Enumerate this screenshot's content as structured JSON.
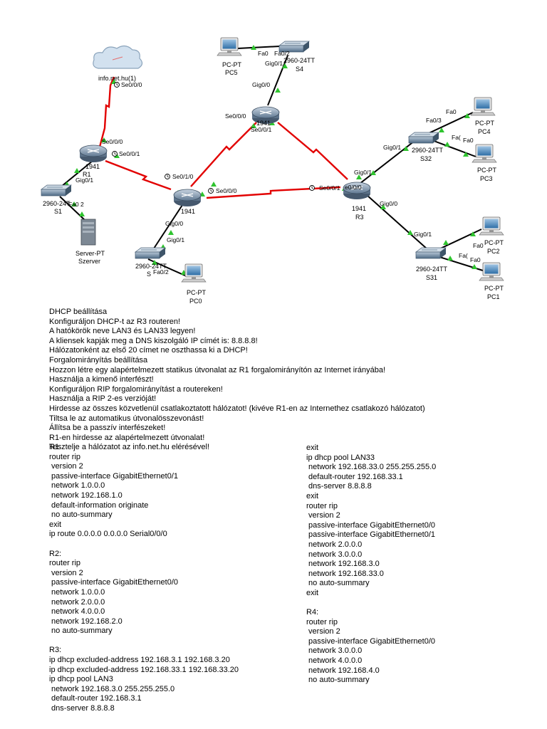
{
  "diagram": {
    "links": {
      "cloud_r1": "Se0/0/0",
      "r1_cloud": "Se0/0/0",
      "r1_r2": "Se0/0/1",
      "r2_r1": "Se0/1/0",
      "r2_r3": "Se0/0/0",
      "r3_r2": "Se0/0/1",
      "r4_r2": "Se0/0/0",
      "r4_r3": "Se0/0/1",
      "r4_s4": "Gig0/0",
      "s4_r4": "Gig0/1",
      "s4_pc5_a": "Fa0",
      "s4_pc5_b": "Fa0/2",
      "r1_s1": "Gig0/1",
      "s1_srv": "Fa0 2",
      "r2_s": "Gig0/0",
      "s_r2": "Gig0/1",
      "s_pc0": "Fa0/2",
      "r3_s32": "Gig0/1",
      "s32_r3": "Gig0/1",
      "s32_pc4_a": "Fa0/3",
      "s32_pc4_b": "Fa0",
      "s32_pc3_a": "Fa(",
      "s32_pc3_b": "Fa0",
      "r3_s31": "Gig0/0",
      "s31_r3": "Gig0/1",
      "s31_pc2_a": "Fa0",
      "s31_pc1_a": "Fa(",
      "s31_pc1_b": "Fa0",
      "r3_port_e": "e0/0/0"
    },
    "devices": {
      "cloud": "info.net.hu(1)",
      "r1_model": "1941",
      "r1_name": "R1",
      "r2_model": "1941",
      "r4_model": "1941",
      "r3_model": "1941",
      "r3_name": "R3",
      "s1_model": "2960-24T",
      "s1_name": "S1",
      "server_type": "Server-PT",
      "server_name": "Szerver",
      "s_model": "2960-24TT",
      "s_name": "S",
      "pc0_type": "PC-PT",
      "pc0_name": "PC0",
      "pc5_type": "PC-PT",
      "pc5_name": "PC5",
      "s4_model": "2960-24TT",
      "s4_name": "S4",
      "s32_model": "2960-24TT",
      "s32_name": "S32",
      "pc4_type": "PC-PT",
      "pc4_name": "PC4",
      "pc3_type": "PC-PT",
      "pc3_name": "PC3",
      "s31_model": "2960-24TT",
      "s31_name": "S31",
      "pc2_type": "PC-PT",
      "pc2_name": "PC2",
      "pc1_type": "PC-PT",
      "pc1_name": "PC1"
    }
  },
  "tasks": [
    "DHCP beállítása",
    "Konfiguráljon DHCP-t az R3 routeren!",
    "A hatókörök neve LAN3 és LAN33 legyen!",
    "A kliensek kapják meg a DNS kiszolgáló IP címét is: 8.8.8.8!",
    "Hálózatonként az első 20 címet ne oszthassa ki a DHCP!",
    "Forgalomirányítás beállítása",
    "Hozzon létre egy alapértelmezett statikus útvonalat az R1 forgalomirányítón az Internet irányába!",
    "Használja a kimenő interfészt!",
    "Konfiguráljon RIP forgalomirányítást a routereken!",
    "Használja a RIP 2-es verzióját!",
    "Hirdesse az összes közvetlenül csatlakoztatott hálózatot! (kivéve R1-en az Internethez csatlakozó hálózatot)",
    "Tiltsa le az automatikus útvonalösszevonást!",
    "Állítsa be a passzív interfészeket!",
    "R1-en hirdesse az alapértelmezett útvonalat!",
    "Tesztelje a hálózatot az info.net.hu elérésével!"
  ],
  "config_left": [
    "R1:",
    "router rip",
    " version 2",
    " passive-interface GigabitEthernet0/1",
    " network 1.0.0.0",
    " network 192.168.1.0",
    " default-information originate",
    " no auto-summary",
    "exit",
    "ip route 0.0.0.0 0.0.0.0 Serial0/0/0",
    "",
    "R2:",
    "router rip",
    " version 2",
    " passive-interface GigabitEthernet0/0",
    " network 1.0.0.0",
    " network 2.0.0.0",
    " network 4.0.0.0",
    " network 192.168.2.0",
    " no auto-summary",
    "",
    "R3:",
    "ip dhcp excluded-address 192.168.3.1 192.168.3.20",
    "ip dhcp excluded-address 192.168.33.1 192.168.33.20",
    "ip dhcp pool LAN3",
    " network 192.168.3.0 255.255.255.0",
    " default-router 192.168.3.1",
    " dns-server 8.8.8.8"
  ],
  "config_right": [
    "exit",
    "ip dhcp pool LAN33",
    " network 192.168.33.0 255.255.255.0",
    " default-router 192.168.33.1",
    " dns-server 8.8.8.8",
    "exit",
    "router rip",
    " version 2",
    " passive-interface GigabitEthernet0/0",
    " passive-interface GigabitEthernet0/1",
    " network 2.0.0.0",
    " network 3.0.0.0",
    " network 192.168.3.0",
    " network 192.168.33.0",
    " no auto-summary",
    "exit",
    "",
    "R4:",
    "router rip",
    " version 2",
    " passive-interface GigabitEthernet0/0",
    " network 3.0.0.0",
    " network 4.0.0.0",
    " network 192.168.4.0",
    " no auto-summary"
  ]
}
